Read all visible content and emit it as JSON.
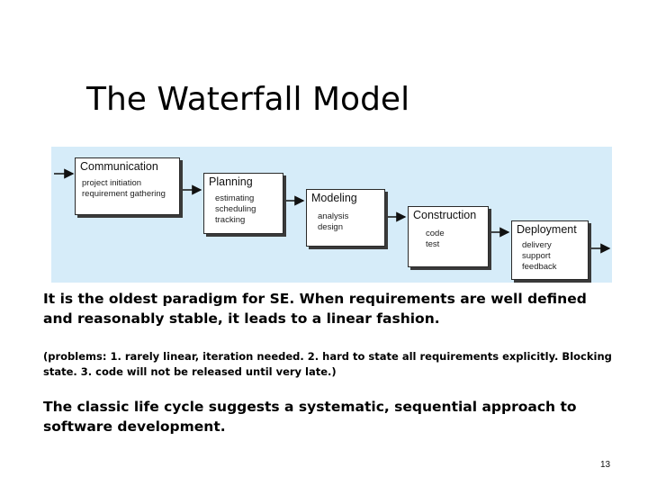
{
  "slide": {
    "title": "The Waterfall Model",
    "page_number": "13"
  },
  "diagram": {
    "stages": [
      {
        "name": "Communication",
        "tasks": [
          "project initiation",
          "requirement gathering"
        ]
      },
      {
        "name": "Planning",
        "tasks": [
          "estimating",
          "scheduling",
          "tracking"
        ]
      },
      {
        "name": "Modeling",
        "tasks": [
          "analysis",
          "design"
        ]
      },
      {
        "name": "Construction",
        "tasks": [
          "code",
          "test"
        ]
      },
      {
        "name": "Deployment",
        "tasks": [
          "delivery",
          "support",
          "feedback"
        ]
      }
    ],
    "background_color": "#d6ecf9"
  },
  "body": {
    "paragraph_1": "It is the oldest paradigm for SE. When requirements are well defined and reasonably stable, it leads to a linear fashion.",
    "paragraph_2": "(problems: 1. rarely linear, iteration needed. 2. hard to state all requirements explicitly. Blocking state. 3. code will not be released until very late.)",
    "paragraph_3": "The classic life cycle suggests a systematic, sequential approach to software development."
  }
}
